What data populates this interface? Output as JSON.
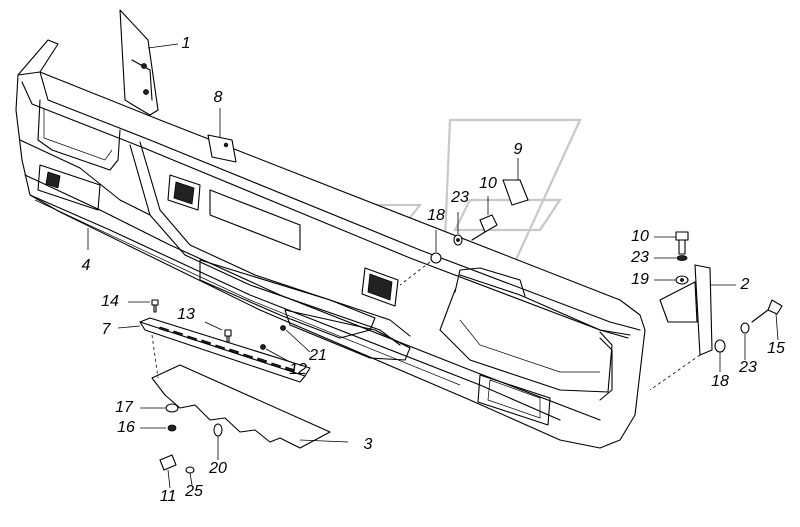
{
  "diagram": {
    "callouts": [
      {
        "id": "c1",
        "text": "1"
      },
      {
        "id": "c2",
        "text": "2"
      },
      {
        "id": "c3",
        "text": "3"
      },
      {
        "id": "c4",
        "text": "4"
      },
      {
        "id": "c7",
        "text": "7"
      },
      {
        "id": "c8",
        "text": "8"
      },
      {
        "id": "c9",
        "text": "9"
      },
      {
        "id": "c10a",
        "text": "10"
      },
      {
        "id": "c10b",
        "text": "10"
      },
      {
        "id": "c11",
        "text": "11"
      },
      {
        "id": "c12",
        "text": "12"
      },
      {
        "id": "c13",
        "text": "13"
      },
      {
        "id": "c14",
        "text": "14"
      },
      {
        "id": "c15",
        "text": "15"
      },
      {
        "id": "c16",
        "text": "16"
      },
      {
        "id": "c17",
        "text": "17"
      },
      {
        "id": "c18a",
        "text": "18"
      },
      {
        "id": "c18b",
        "text": "18"
      },
      {
        "id": "c19",
        "text": "19"
      },
      {
        "id": "c20",
        "text": "20"
      },
      {
        "id": "c21",
        "text": "21"
      },
      {
        "id": "c23a",
        "text": "23"
      },
      {
        "id": "c23b",
        "text": "23"
      },
      {
        "id": "c23c",
        "text": "23"
      },
      {
        "id": "c25",
        "text": "25"
      }
    ]
  }
}
